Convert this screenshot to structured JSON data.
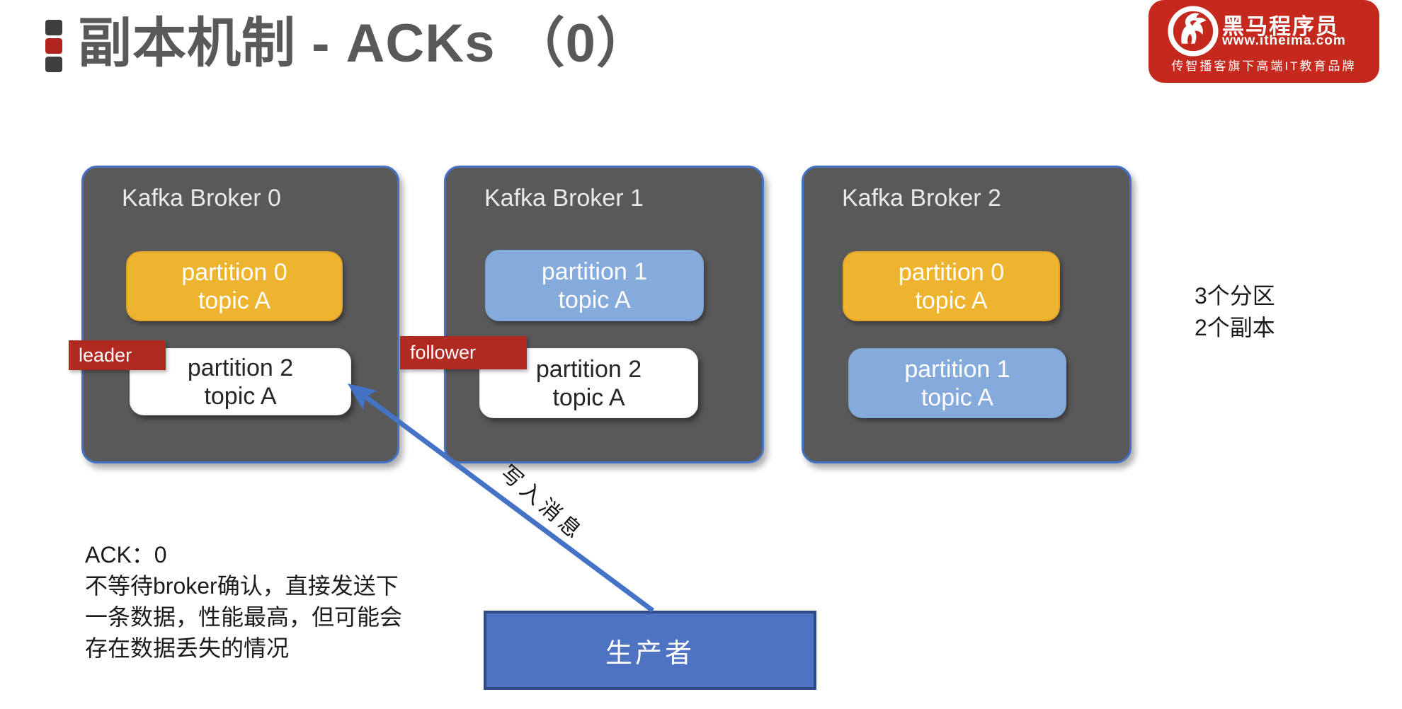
{
  "slide": {
    "title": "副本机制 - ACKs （0）"
  },
  "logo": {
    "brand": "黑马程序员",
    "website": "www.itheima.com",
    "tagline": "传智播客旗下高端IT教育品牌"
  },
  "brokers": [
    {
      "name": "Kafka Broker 0",
      "badge": "leader",
      "partitions": [
        {
          "line1": "partition 0",
          "line2": "topic A",
          "variant": "gold"
        },
        {
          "line1": "partition 2",
          "line2": "topic A",
          "variant": "white"
        }
      ]
    },
    {
      "name": "Kafka Broker 1",
      "badge": "follower",
      "partitions": [
        {
          "line1": "partition 1",
          "line2": "topic A",
          "variant": "blue"
        },
        {
          "line1": "partition 2",
          "line2": "topic A",
          "variant": "white"
        }
      ]
    },
    {
      "name": "Kafka Broker 2",
      "badge": null,
      "partitions": [
        {
          "line1": "partition 0",
          "line2": "topic A",
          "variant": "gold"
        },
        {
          "line1": "partition 1",
          "line2": "topic A",
          "variant": "blue"
        }
      ]
    }
  ],
  "side_note": {
    "line1": "3个分区",
    "line2": "2个副本"
  },
  "ack_note": {
    "line1": "ACK：0",
    "line2": "不等待broker确认，直接发送下",
    "line3": "一条数据，性能最高，但可能会",
    "line4": "存在数据丢失的情况"
  },
  "producer": {
    "label": "生产者"
  },
  "arrow": {
    "label": "写入消息"
  },
  "colors": {
    "accent_blue": "#4472c4",
    "broker_gray": "#595959",
    "partition_gold": "#efb42f",
    "partition_blue": "#85aadc",
    "badge_red": "#b02a22",
    "logo_red": "#c5281c",
    "producer_blue": "#4e73c2",
    "title_gray": "#595959"
  }
}
